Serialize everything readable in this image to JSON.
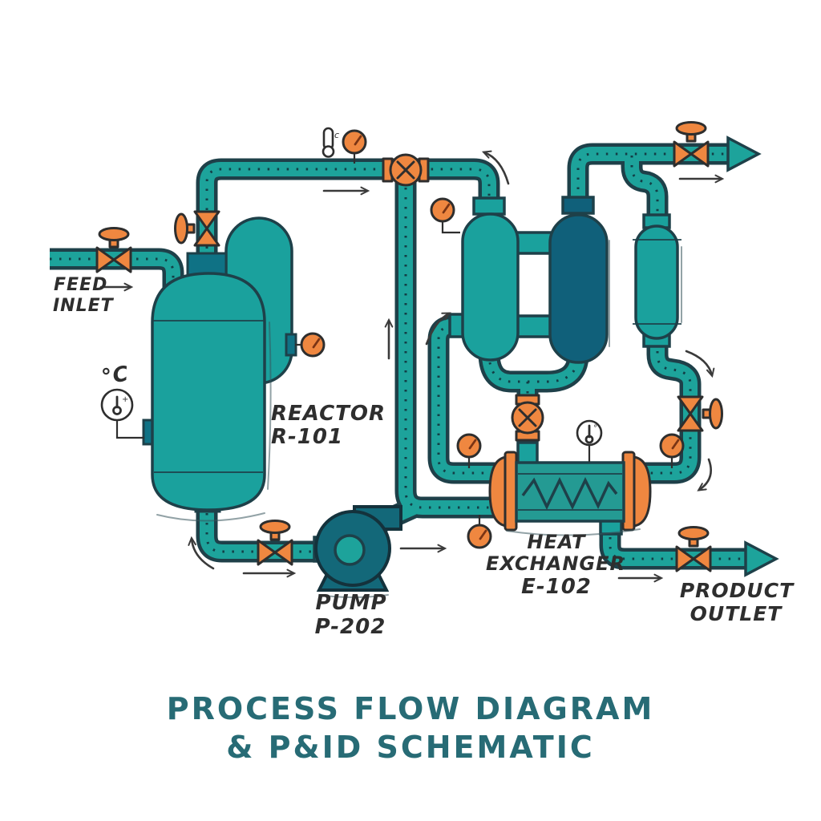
{
  "title": {
    "line1": "PROCESS FLOW DIAGRAM",
    "line2": "& P&ID SCHEMATIC"
  },
  "labels": {
    "feed1": "FEED",
    "feed2": "INLET",
    "reactor1": "REACTOR",
    "reactor2": "R-101",
    "pump1": "PUMP",
    "pump2": "P-202",
    "hx1": "HEAT",
    "hx2": "EXCHANGER",
    "hx3": "E-102",
    "product1": "PRODUCT",
    "product2": "OUTLET",
    "temp_unit": "°C",
    "thermo_top_unit": "c",
    "indicator_mark": "+",
    "hx_thermo_mark": "°"
  },
  "equipment": [
    {
      "id": "R-101",
      "name": "Reactor"
    },
    {
      "id": "P-202",
      "name": "Pump"
    },
    {
      "id": "E-102",
      "name": "Heat Exchanger"
    }
  ],
  "streams": [
    {
      "name": "Feed Inlet"
    },
    {
      "name": "Product Outlet"
    }
  ],
  "icons": [
    "globe-valve-icon",
    "ball-valve-icon",
    "pressure-gauge-icon",
    "thermometer-icon",
    "temperature-indicator-icon",
    "flow-arrow-icon"
  ],
  "colors": {
    "bg": "#ffffff",
    "outline": "#1e4049",
    "pipe": "#1da39b",
    "dash": "#123e46",
    "vessel": "#1aa19d",
    "vessel_dark": "#10607a",
    "pump": "#136879",
    "neck": "#0f7285",
    "orange": "#ef8740",
    "hx_shell": "#249a93",
    "title": "#276b75",
    "ink": "#2e2e2e",
    "annotation": "#3a3a3a"
  }
}
